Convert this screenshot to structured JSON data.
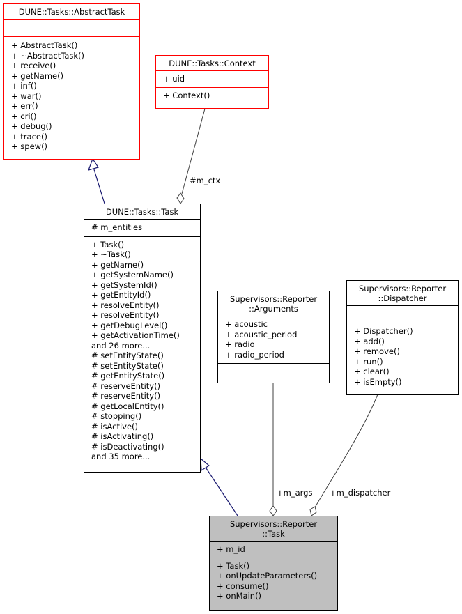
{
  "classes": {
    "abstract_task": {
      "title": [
        "DUNE::Tasks::AbstractTask"
      ],
      "attributes": [],
      "methods": [
        "+ AbstractTask()",
        "+ ~AbstractTask()",
        "+ receive()",
        "+ getName()",
        "+ inf()",
        "+ war()",
        "+ err()",
        "+ cri()",
        "+ debug()",
        "+ trace()",
        "+ spew()"
      ]
    },
    "context": {
      "title": [
        "DUNE::Tasks::Context"
      ],
      "attributes": [
        "+ uid"
      ],
      "methods": [
        "+ Context()"
      ]
    },
    "task": {
      "title": [
        "DUNE::Tasks::Task"
      ],
      "attributes": [
        "# m_entities"
      ],
      "methods": [
        "+ Task()",
        "+ ~Task()",
        "+ getName()",
        "+ getSystemName()",
        "+ getSystemId()",
        "+ getEntityId()",
        "+ resolveEntity()",
        "+ resolveEntity()",
        "+ getDebugLevel()",
        "+ getActivationTime()",
        "and 26 more...",
        "# setEntityState()",
        "# setEntityState()",
        "# getEntityState()",
        "# reserveEntity()",
        "# reserveEntity()",
        "# getLocalEntity()",
        "# stopping()",
        "# isActive()",
        "# isActivating()",
        "# isDeactivating()",
        "and 35 more..."
      ]
    },
    "arguments": {
      "title": [
        "Supervisors::Reporter",
        "::Arguments"
      ],
      "attributes": [
        "+ acoustic",
        "+ acoustic_period",
        "+ radio",
        "+ radio_period"
      ],
      "methods": []
    },
    "dispatcher": {
      "title": [
        "Supervisors::Reporter",
        "::Dispatcher"
      ],
      "attributes": [],
      "methods": [
        "+ Dispatcher()",
        "+ add()",
        "+ remove()",
        "+ run()",
        "+ clear()",
        "+ isEmpty()"
      ]
    },
    "reporter_task": {
      "title": [
        "Supervisors::Reporter",
        "::Task"
      ],
      "attributes": [
        "+ m_id"
      ],
      "methods": [
        "+ Task()",
        "+ onUpdateParameters()",
        "+ consume()",
        "+ onMain()"
      ]
    }
  },
  "edge_labels": {
    "ctx": "#m_ctx",
    "args": "+m_args",
    "dispatcher": "+m_dispatcher"
  },
  "colors": {
    "inheritance_edge": "#191970",
    "association_edge": "#404040",
    "external_border": "#ff0000",
    "focus_fill": "#bfbfbf"
  }
}
